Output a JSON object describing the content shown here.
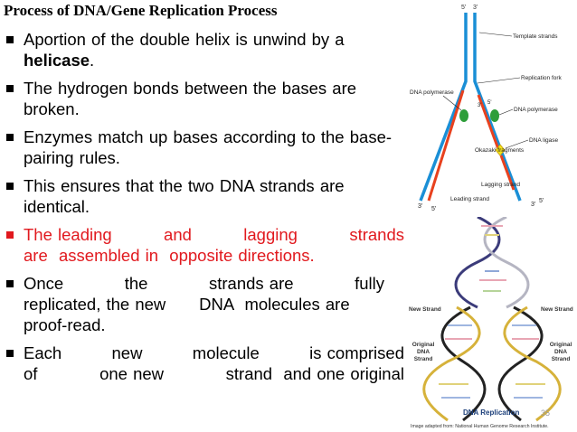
{
  "title": "Process of DNA/Gene Replication Process",
  "bullets": [
    {
      "text_before": "Aportion of the double helix is unwind by a ",
      "bold": "helicase",
      "text_after": "."
    },
    {
      "text": "The hydrogen bonds between the bases are broken."
    },
    {
      "text": "Enzymes match up bases according to the base-pairing rules."
    },
    {
      "text": "This ensures that the two DNA strands are identical."
    },
    {
      "line1": [
        "The leading",
        "and",
        "lagging",
        "strands"
      ],
      "line2": "are  assembled in  opposite directions."
    },
    {
      "line1": [
        "Once",
        "the",
        "strands are",
        "fully"
      ],
      "line2": "replicated, the new      DNA  molecules are",
      "line3": "proof-read."
    },
    {
      "line1": [
        "Each",
        "new",
        "molecule",
        "is comprised"
      ],
      "line2": [
        "of",
        "one new",
        "strand  and one original"
      ]
    }
  ],
  "fork_diagram": {
    "labels": {
      "top5": "5'",
      "top3": "3'",
      "template": "Template strands",
      "fork": "Replication fork",
      "pol_left": "DNA polymerase",
      "pol_right": "DNA polymerase",
      "ligase": "DNA ligase",
      "okazaki": "Okazaki fragments",
      "lagging": "Lagging strand",
      "leading": "Leading strand",
      "b3l": "3'",
      "b5l": "5'",
      "b3r": "3'",
      "b5r": "5'",
      "m3": "3'",
      "m5": "5'"
    },
    "colors": {
      "template": "#1a8fd6",
      "leading": "#e8411e",
      "polymerase": "#2e9e3a",
      "ligase": "#f2e21b"
    }
  },
  "helix_diagram": {
    "new_left": "New Strand",
    "new_right": "New Strand",
    "orig_left": "Original DNA Strand",
    "orig_right": "Original DNA Strand",
    "caption": "DNA Replication",
    "credit": "Image adapted from: National Human Genome Research Institute."
  },
  "page_number": "35"
}
